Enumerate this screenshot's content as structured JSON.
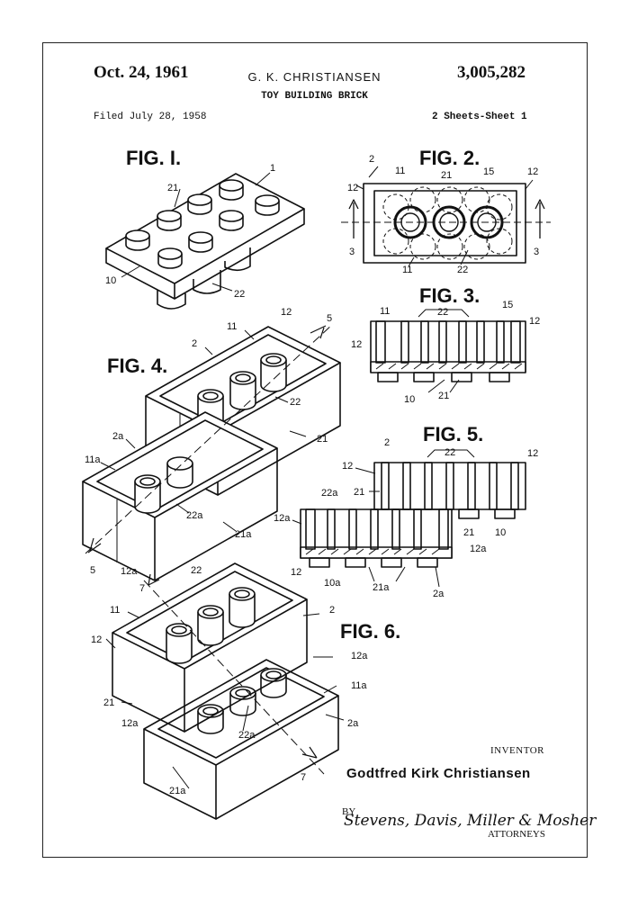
{
  "header": {
    "date": "Oct. 24, 1961",
    "inventor_short": "G. K. CHRISTIANSEN",
    "patent_number": "3,005,282",
    "title": "TOY BUILDING BRICK",
    "filed": "Filed July 28, 1958",
    "sheets": "2 Sheets-Sheet 1"
  },
  "figures": {
    "fig1": "FIG. I.",
    "fig2": "FIG. 2.",
    "fig3": "FIG. 3.",
    "fig4": "FIG. 4.",
    "fig5": "FIG. 5.",
    "fig6": "FIG. 6."
  },
  "references": {
    "fig1": [
      "1",
      "21",
      "10",
      "22"
    ],
    "fig2": [
      "2",
      "11",
      "21",
      "15",
      "12",
      "12",
      "3",
      "3",
      "11",
      "22"
    ],
    "fig3": [
      "11",
      "22",
      "15",
      "12",
      "12",
      "10",
      "21"
    ],
    "fig4": [
      "11",
      "12",
      "5",
      "2",
      "22",
      "21",
      "2a",
      "11a",
      "22a",
      "21a",
      "5",
      "12a"
    ],
    "fig5": [
      "2",
      "22",
      "12",
      "12",
      "21",
      "22a",
      "12a",
      "21",
      "10",
      "12a",
      "10a",
      "21a",
      "2a"
    ],
    "fig6": [
      "22",
      "12",
      "7",
      "11",
      "2",
      "12",
      "12a",
      "11a",
      "21",
      "12a",
      "22a",
      "2a",
      "7",
      "21a"
    ]
  },
  "footer": {
    "inventor_label": "INVENTOR",
    "inventor_name": "Godtfred Kirk Christiansen",
    "by": "BY",
    "signature": "Stevens, Davis, Miller & Mosher",
    "attorneys": "ATTORNEYS"
  }
}
